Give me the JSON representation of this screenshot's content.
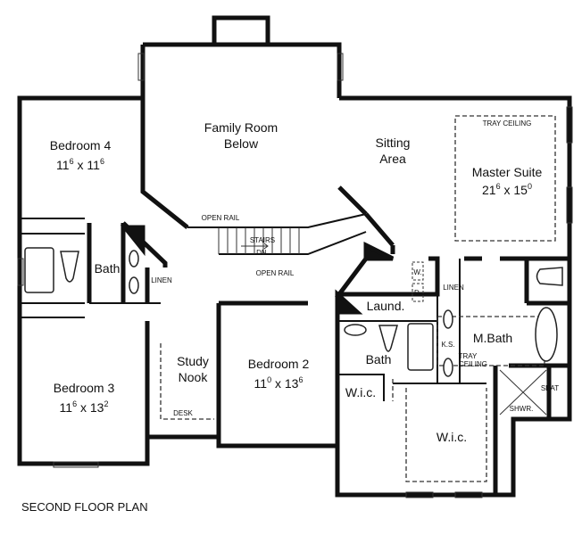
{
  "plan_title": "SECOND FLOOR PLAN",
  "rooms": {
    "family_room": {
      "name_line1": "Family Room",
      "name_line2": "Below"
    },
    "bedroom4": {
      "name": "Bedroom 4",
      "ft1": "11",
      "in1": "6",
      "ft2": "11",
      "in2": "6"
    },
    "sitting": {
      "name_line1": "Sitting",
      "name_line2": "Area"
    },
    "master": {
      "name": "Master Suite",
      "ft1": "21",
      "in1": "6",
      "ft2": "15",
      "in2": "0",
      "note": "TRAY CEILING"
    },
    "bath_left": {
      "name": "Bath"
    },
    "linen_left": {
      "name": "LINEN"
    },
    "bedroom3": {
      "name": "Bedroom 3",
      "ft1": "11",
      "in1": "6",
      "ft2": "13",
      "in2": "2"
    },
    "study": {
      "name_line1": "Study",
      "name_line2": "Nook",
      "desk": "DESK"
    },
    "bedroom2": {
      "name": "Bedroom 2",
      "ft1": "11",
      "in1": "0",
      "ft2": "13",
      "in2": "6"
    },
    "laundry": {
      "name": "Laund.",
      "washer": "W.",
      "dryer": "D."
    },
    "linen_right": {
      "name": "LINEN"
    },
    "bath_mid": {
      "name": "Bath"
    },
    "wic_small": {
      "name": "W.i.c."
    },
    "wic_large": {
      "name": "W.i.c."
    },
    "mbath": {
      "name": "M.Bath",
      "note_line1": "TRAY",
      "note_line2": "CEILING",
      "ks": "K.S."
    },
    "shower": {
      "seat": "SEAT",
      "shower": "SHWR."
    }
  },
  "stairs": {
    "label_line1": "STAIRS",
    "label_line2": "DN.",
    "open_rail_top": "OPEN RAIL",
    "open_rail_bottom": "OPEN RAIL"
  }
}
